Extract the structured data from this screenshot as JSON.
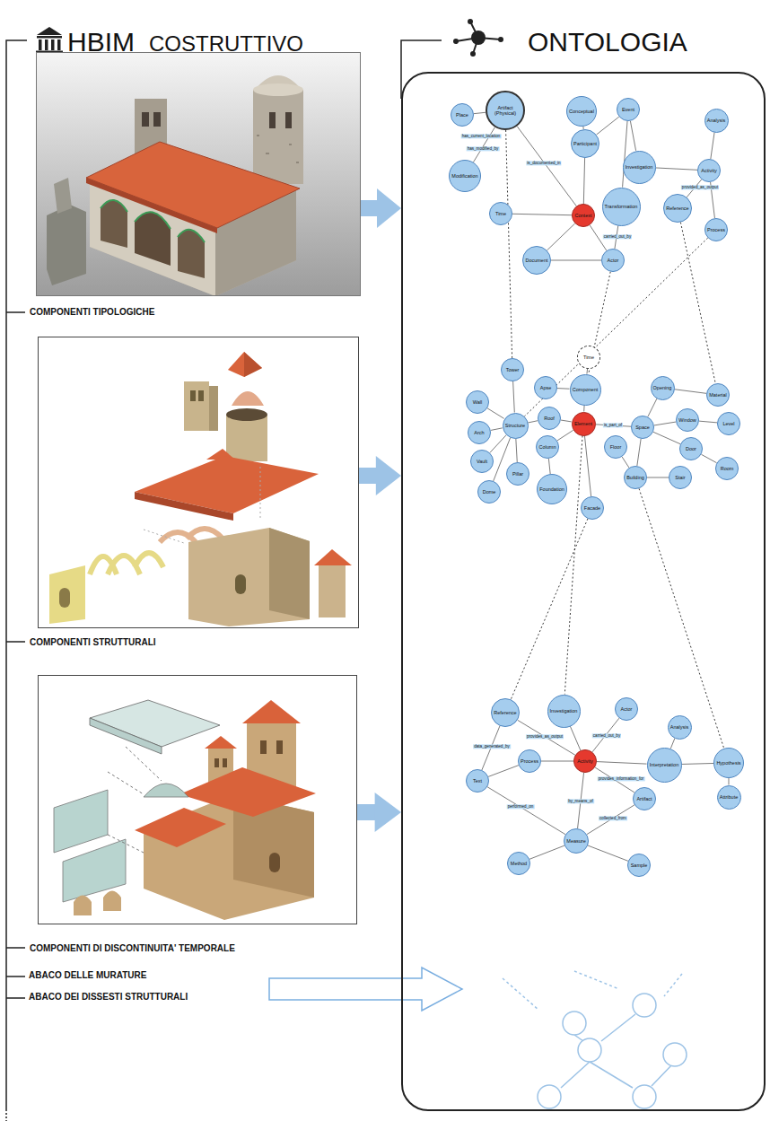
{
  "diagram": {
    "nodes": [
      {
        "text": [
          "COMPONENTI TIPOLOGICHE"
        ]
      },
      {
        "text": [
          "COMPONENTI STRUTTURALI"
        ]
      },
      {
        "text": [
          "COMPONENTI DI DISCONTINUITA' TEMPORALE"
        ]
      },
      {
        "text": [
          "ONTOLOGIA"
        ]
      },
      {
        "text": [
          "Place"
        ],
        "in": 3
      },
      {
        "text": [
          "Artifact (Physical)"
        ],
        "in": 3
      },
      {
        "text": [
          "Conceptual"
        ],
        "in": 3
      },
      {
        "text": [
          "Event"
        ],
        "in": 3
      },
      {
        "text": [
          "Analysis"
        ],
        "in": 3
      },
      {
        "text": [
          "Modification"
        ],
        "in": 3
      },
      {
        "text": [
          "Participant"
        ],
        "in": 3
      },
      {
        "text": [
          "Investigation"
        ],
        "in": 3
      },
      {
        "text": [
          "Activity"
        ],
        "in": 3
      },
      {
        "text": [
          "Time"
        ],
        "in": 3
      },
      {
        "text": [
          "Context"
        ],
        "in": 3
      },
      {
        "text": [
          "Transformation"
        ],
        "in": 3
      },
      {
        "text": [
          "Reference"
        ],
        "in": 3
      },
      {
        "text": [
          "Document"
        ],
        "in": 3
      },
      {
        "text": [
          "Actor"
        ],
        "in": 3
      },
      {
        "text": [
          "Process"
        ],
        "in": 3
      },
      {
        "text": [
          "Time"
        ],
        "in": 3
      },
      {
        "text": [
          "Tower"
        ],
        "in": 3
      },
      {
        "text": [
          "Apse"
        ],
        "in": 3
      },
      {
        "text": [
          "Component"
        ],
        "in": 3
      },
      {
        "text": [
          "Opening"
        ],
        "in": 3
      },
      {
        "text": [
          "Material"
        ],
        "in": 3
      },
      {
        "text": [
          "Wall"
        ],
        "in": 3
      },
      {
        "text": [
          "Structure"
        ],
        "in": 3
      },
      {
        "text": [
          "Roof"
        ],
        "in": 3
      },
      {
        "text": [
          "Element"
        ],
        "in": 3
      },
      {
        "text": [
          "Space"
        ],
        "in": 3
      },
      {
        "text": [
          "Window"
        ],
        "in": 3
      },
      {
        "text": [
          "Level"
        ],
        "in": 3
      },
      {
        "text": [
          "Arch"
        ],
        "in": 3
      },
      {
        "text": [
          "Column"
        ],
        "in": 3
      },
      {
        "text": [
          "Floor"
        ],
        "in": 3
      },
      {
        "text": [
          "Door"
        ],
        "in": 3
      },
      {
        "text": [
          "Vault"
        ],
        "in": 3
      },
      {
        "text": [
          "Pillar"
        ],
        "in": 3
      },
      {
        "text": [
          "Building"
        ],
        "in": 3
      },
      {
        "text": [
          "Stair"
        ],
        "in": 3
      },
      {
        "text": [
          "Room"
        ],
        "in": 3
      },
      {
        "text": [
          "Dome"
        ],
        "in": 3
      },
      {
        "text": [
          "Foundation"
        ],
        "in": 3
      },
      {
        "text": [
          "Facade"
        ],
        "in": 3
      },
      {
        "text": [
          "Reference"
        ],
        "in": 3
      },
      {
        "text": [
          "Investigation"
        ],
        "in": 3
      },
      {
        "text": [
          "Actor"
        ],
        "in": 3
      },
      {
        "text": [
          "Analysis"
        ],
        "in": 3
      },
      {
        "text": [
          "Text"
        ],
        "in": 3
      },
      {
        "text": [
          "Process"
        ],
        "in": 3
      },
      {
        "text": [
          "Activity"
        ],
        "in": 3
      },
      {
        "text": [
          "Interpretation"
        ],
        "in": 3
      },
      {
        "text": [
          "Hypothesis"
        ],
        "in": 3
      },
      {
        "text": [
          "Artifact"
        ],
        "in": 3
      },
      {
        "text": [
          "Attribute"
        ],
        "in": 3
      },
      {
        "text": [
          "Measure"
        ],
        "in": 3
      },
      {
        "text": [
          "Method"
        ],
        "in": 3
      },
      {
        "text": [
          "Sample"
        ],
        "in": 3
      }
    ],
    "edges": [
      {
        "from": 0,
        "to": 3,
        "arrow": "to"
      },
      {
        "from": 1,
        "to": 3,
        "arrow": "to"
      },
      {
        "from": 2,
        "to": 3,
        "arrow": "to"
      },
      {
        "from": 5,
        "to": 4,
        "arrow": "none",
        "label": "has_current_location"
      },
      {
        "from": 9,
        "to": 5,
        "arrow": "none",
        "label": "has_modified_by"
      },
      {
        "from": 10,
        "to": 6,
        "arrow": "none"
      },
      {
        "from": 10,
        "to": 7,
        "arrow": "none"
      },
      {
        "from": 15,
        "to": 7,
        "arrow": "none"
      },
      {
        "from": 11,
        "to": 7,
        "arrow": "none"
      },
      {
        "from": 12,
        "to": 8,
        "arrow": "none"
      },
      {
        "from": 12,
        "to": 16,
        "arrow": "none",
        "label": "provided_as_output"
      },
      {
        "from": 19,
        "to": 12,
        "arrow": "none"
      },
      {
        "from": 5,
        "to": 14,
        "arrow": "none",
        "label": "is_documented_in"
      },
      {
        "from": 14,
        "to": 10,
        "arrow": "none"
      },
      {
        "from": 15,
        "to": 18,
        "arrow": "none",
        "label": "carried_out_by"
      },
      {
        "from": 17,
        "to": 14,
        "arrow": "none"
      },
      {
        "from": 13,
        "to": 14,
        "arrow": "none"
      },
      {
        "from": 18,
        "to": 14,
        "arrow": "none"
      },
      {
        "from": 17,
        "to": 18,
        "arrow": "none"
      },
      {
        "from": 11,
        "to": 12,
        "arrow": "none"
      },
      {
        "from": 27,
        "to": 26,
        "arrow": "none"
      },
      {
        "from": 27,
        "to": 33,
        "arrow": "none"
      },
      {
        "from": 27,
        "to": 37,
        "arrow": "none"
      },
      {
        "from": 27,
        "to": 21,
        "arrow": "none"
      },
      {
        "from": 27,
        "to": 38,
        "arrow": "none"
      },
      {
        "from": 27,
        "to": 42,
        "arrow": "none"
      },
      {
        "from": 28,
        "to": 27,
        "arrow": "none"
      },
      {
        "from": 29,
        "to": 23,
        "arrow": "none"
      },
      {
        "from": 29,
        "to": 28,
        "arrow": "none"
      },
      {
        "from": 29,
        "to": 34,
        "arrow": "none"
      },
      {
        "from": 29,
        "to": 30,
        "arrow": "none",
        "label": "is_part_of"
      },
      {
        "from": 30,
        "to": 24,
        "arrow": "none"
      },
      {
        "from": 30,
        "to": 31,
        "arrow": "none"
      },
      {
        "from": 30,
        "to": 36,
        "arrow": "none"
      },
      {
        "from": 30,
        "to": 39,
        "arrow": "none"
      },
      {
        "from": 24,
        "to": 25,
        "arrow": "none"
      },
      {
        "from": 31,
        "to": 32,
        "arrow": "none"
      },
      {
        "from": 36,
        "to": 41,
        "arrow": "none"
      },
      {
        "from": 39,
        "to": 40,
        "arrow": "none"
      },
      {
        "from": 34,
        "to": 43,
        "arrow": "none"
      },
      {
        "from": 23,
        "to": 20,
        "arrow": "none"
      },
      {
        "from": 39,
        "to": 35,
        "arrow": "none"
      },
      {
        "from": 29,
        "to": 44,
        "arrow": "none"
      },
      {
        "from": 23,
        "to": 22,
        "arrow": "none"
      },
      {
        "from": 5,
        "to": 21,
        "arrow": "none"
      },
      {
        "from": 19,
        "to": 27,
        "arrow": "none"
      },
      {
        "from": 18,
        "to": 23,
        "arrow": "none"
      },
      {
        "from": 16,
        "to": 25,
        "arrow": "none"
      },
      {
        "from": 44,
        "to": 45,
        "arrow": "none"
      },
      {
        "from": 29,
        "to": 46,
        "arrow": "none"
      },
      {
        "from": 39,
        "to": 53,
        "arrow": "none"
      },
      {
        "from": 51,
        "to": 45,
        "arrow": "none",
        "label": "provides_as_output"
      },
      {
        "from": 45,
        "to": 49,
        "arrow": "none",
        "label": "data_generated_by"
      },
      {
        "from": 51,
        "to": 46,
        "arrow": "none"
      },
      {
        "from": 51,
        "to": 47,
        "arrow": "none",
        "label": "carried_out_by"
      },
      {
        "from": 48,
        "to": 52,
        "arrow": "none"
      },
      {
        "from": 51,
        "to": 52,
        "arrow": "none",
        "label": "provides_information_for"
      },
      {
        "from": 52,
        "to": 53,
        "arrow": "none"
      },
      {
        "from": 53,
        "to": 55,
        "arrow": "none"
      },
      {
        "from": 50,
        "to": 51,
        "arrow": "none"
      },
      {
        "from": 49,
        "to": 50,
        "arrow": "none"
      },
      {
        "from": 51,
        "to": 56,
        "arrow": "none",
        "label": "by_means_of"
      },
      {
        "from": 56,
        "to": 57,
        "arrow": "none"
      },
      {
        "from": 56,
        "to": 58,
        "arrow": "none"
      },
      {
        "from": 56,
        "to": 54,
        "arrow": "none",
        "label": "collected_from"
      },
      {
        "from": 54,
        "to": 51,
        "arrow": "none"
      },
      {
        "from": 49,
        "to": 56,
        "arrow": "none",
        "label": "performed_on"
      }
    ],
    "labels": [
      "HBIM",
      "COSTRUTTIVO",
      "ABACO DELLE MURATURE",
      "ABACO DEI DISSESTI STRUTTURALI"
    ]
  }
}
